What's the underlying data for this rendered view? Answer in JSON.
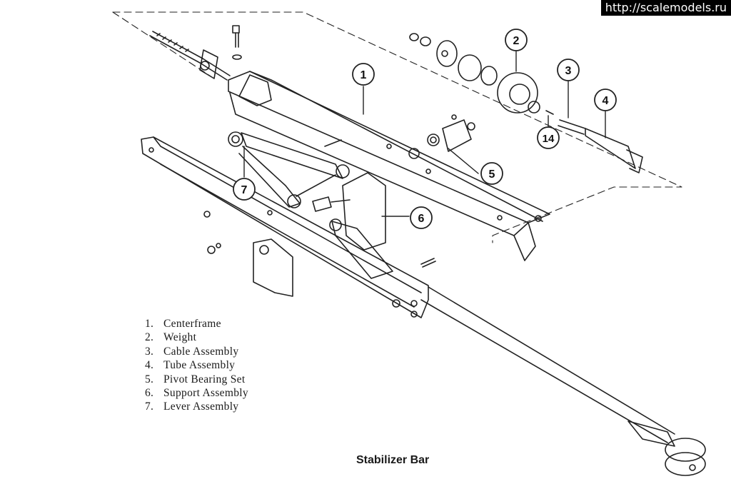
{
  "watermark": "http://scalemodels.ru",
  "callouts": [
    "1",
    "2",
    "3",
    "4",
    "5",
    "6",
    "7",
    "14"
  ],
  "legend": [
    {
      "num": "1.",
      "label": "Centerframe"
    },
    {
      "num": "2.",
      "label": "Weight"
    },
    {
      "num": "3.",
      "label": "Cable Assembly"
    },
    {
      "num": "4.",
      "label": "Tube Assembly"
    },
    {
      "num": "5.",
      "label": "Pivot Bearing Set"
    },
    {
      "num": "6.",
      "label": "Support Assembly"
    },
    {
      "num": "7.",
      "label": "Lever Assembly"
    }
  ],
  "caption": "Stabilizer Bar"
}
